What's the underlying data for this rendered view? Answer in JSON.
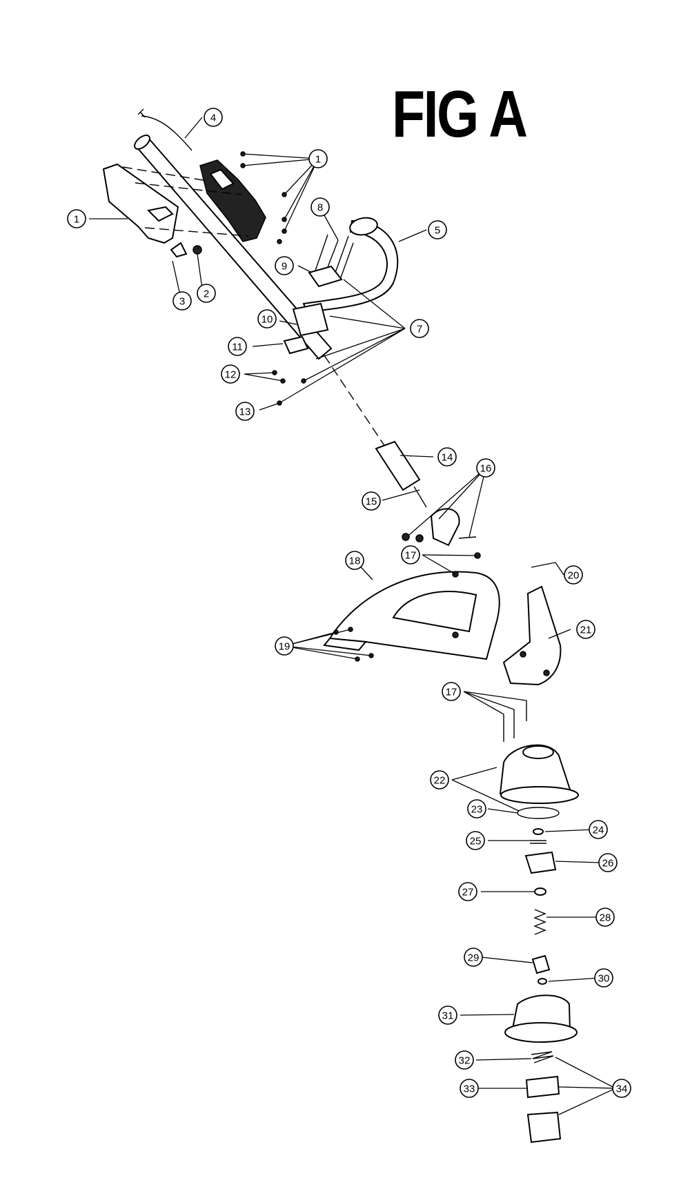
{
  "figure": {
    "title": "FIG A"
  },
  "callouts": [
    {
      "id": "c1a",
      "label": "1"
    },
    {
      "id": "c1b",
      "label": "1"
    },
    {
      "id": "c2",
      "label": "2"
    },
    {
      "id": "c3",
      "label": "3"
    },
    {
      "id": "c4",
      "label": "4"
    },
    {
      "id": "c5",
      "label": "5"
    },
    {
      "id": "c7",
      "label": "7"
    },
    {
      "id": "c8",
      "label": "8"
    },
    {
      "id": "c9",
      "label": "9"
    },
    {
      "id": "c10",
      "label": "10"
    },
    {
      "id": "c11",
      "label": "11"
    },
    {
      "id": "c12",
      "label": "12"
    },
    {
      "id": "c13",
      "label": "13"
    },
    {
      "id": "c14",
      "label": "14"
    },
    {
      "id": "c15",
      "label": "15"
    },
    {
      "id": "c16",
      "label": "16"
    },
    {
      "id": "c17a",
      "label": "17"
    },
    {
      "id": "c17b",
      "label": "17"
    },
    {
      "id": "c18",
      "label": "18"
    },
    {
      "id": "c19",
      "label": "19"
    },
    {
      "id": "c20",
      "label": "20"
    },
    {
      "id": "c21",
      "label": "21"
    },
    {
      "id": "c22",
      "label": "22"
    },
    {
      "id": "c23",
      "label": "23"
    },
    {
      "id": "c24",
      "label": "24"
    },
    {
      "id": "c25",
      "label": "25"
    },
    {
      "id": "c26",
      "label": "26"
    },
    {
      "id": "c27",
      "label": "27"
    },
    {
      "id": "c28",
      "label": "28"
    },
    {
      "id": "c29",
      "label": "29"
    },
    {
      "id": "c30",
      "label": "30"
    },
    {
      "id": "c31",
      "label": "31"
    },
    {
      "id": "c32",
      "label": "32"
    },
    {
      "id": "c33",
      "label": "33"
    },
    {
      "id": "c34",
      "label": "34"
    }
  ]
}
